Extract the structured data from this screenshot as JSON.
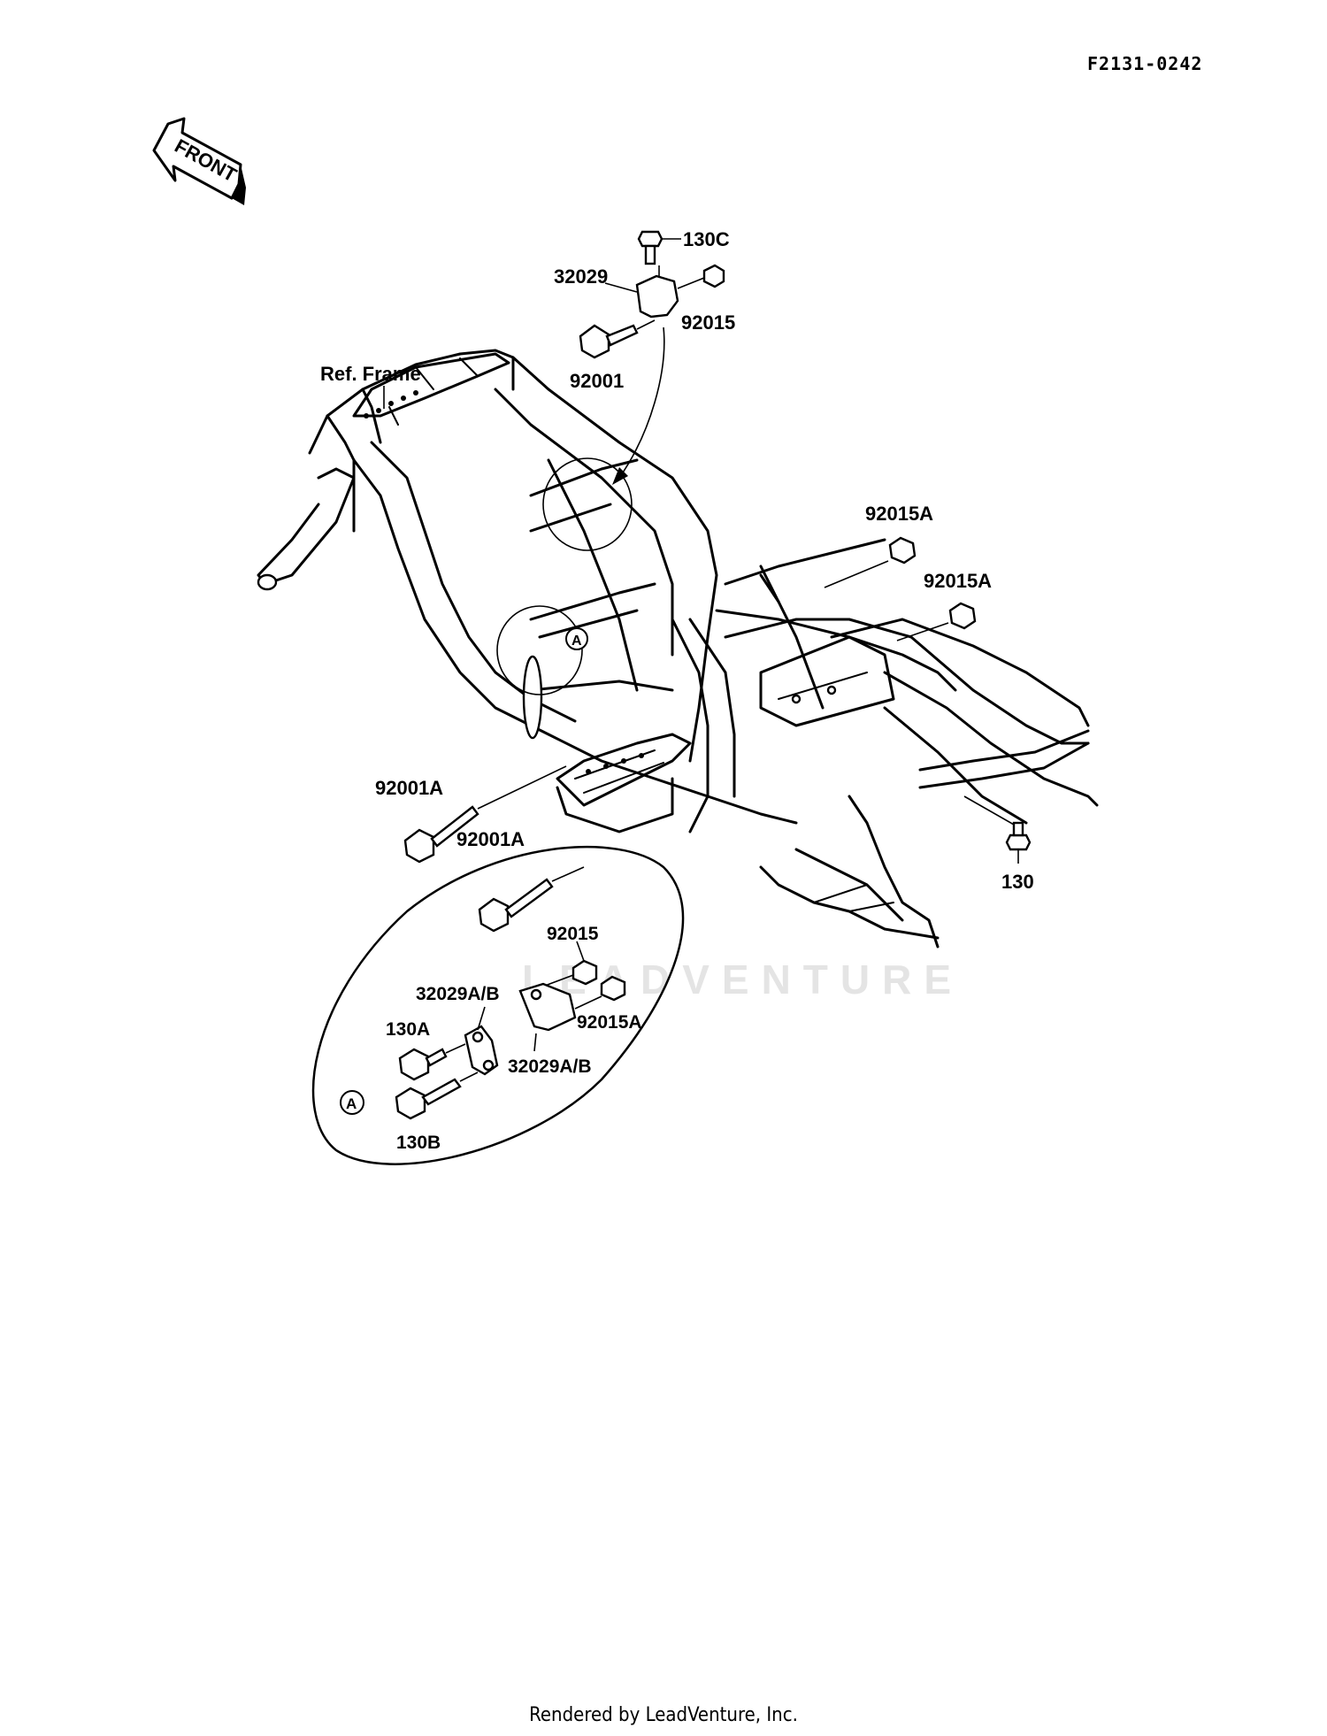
{
  "diagram_code": "F2131-0242",
  "front_label": "FRONT",
  "ref_frame_label": "Ref. Frame",
  "callouts": {
    "c130C": "130C",
    "c32029": "32029",
    "c92015_top": "92015",
    "c92001": "92001",
    "c92015A_1": "92015A",
    "c92015A_2": "92015A",
    "c92001A_1": "92001A",
    "c92001A_2": "92001A",
    "c130": "130",
    "detail_marker": "A"
  },
  "detail": {
    "marker": "A",
    "c92015": "92015",
    "c32029AB_1": "32029A/B",
    "c92015A": "92015A",
    "c130A": "130A",
    "c32029AB_2": "32029A/B",
    "c130B": "130B"
  },
  "watermark": "LEADVENTURE",
  "footer": "Rendered by LeadVenture, Inc."
}
